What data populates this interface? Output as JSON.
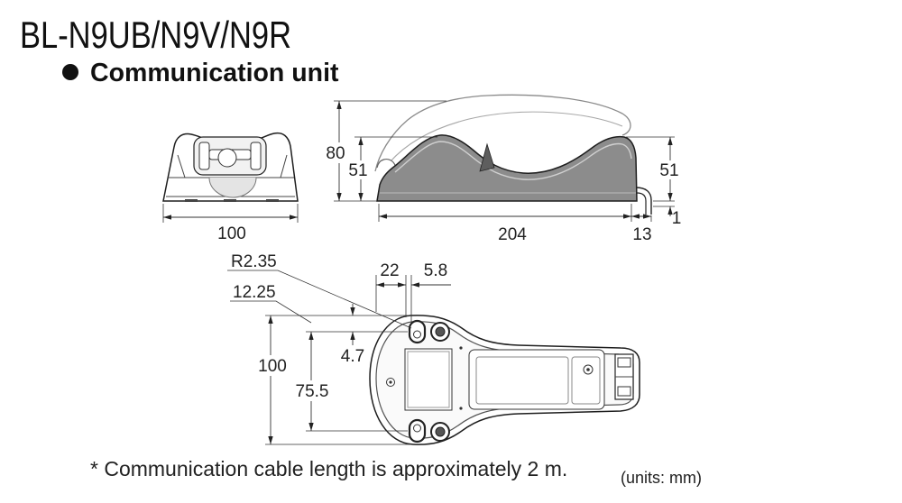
{
  "title": "BL-N9UB/N9V/N9R",
  "section_heading": "Communication unit",
  "front_view": {
    "width": "100"
  },
  "side_view": {
    "height_total": "80",
    "height_front": "51",
    "height_rear": "51",
    "length": "204",
    "cable_offset": "13",
    "cable_drop": "1"
  },
  "bottom_view": {
    "hole_radius": "R2.35",
    "edge_offset": "12.25",
    "hole_x": "22",
    "hole_gap": "5.8",
    "hole_y": "4.7",
    "width": "100",
    "hole_pitch": "75.5"
  },
  "footnote": "* Communication cable length is approximately 2 m.",
  "units_note": "(units: mm)"
}
